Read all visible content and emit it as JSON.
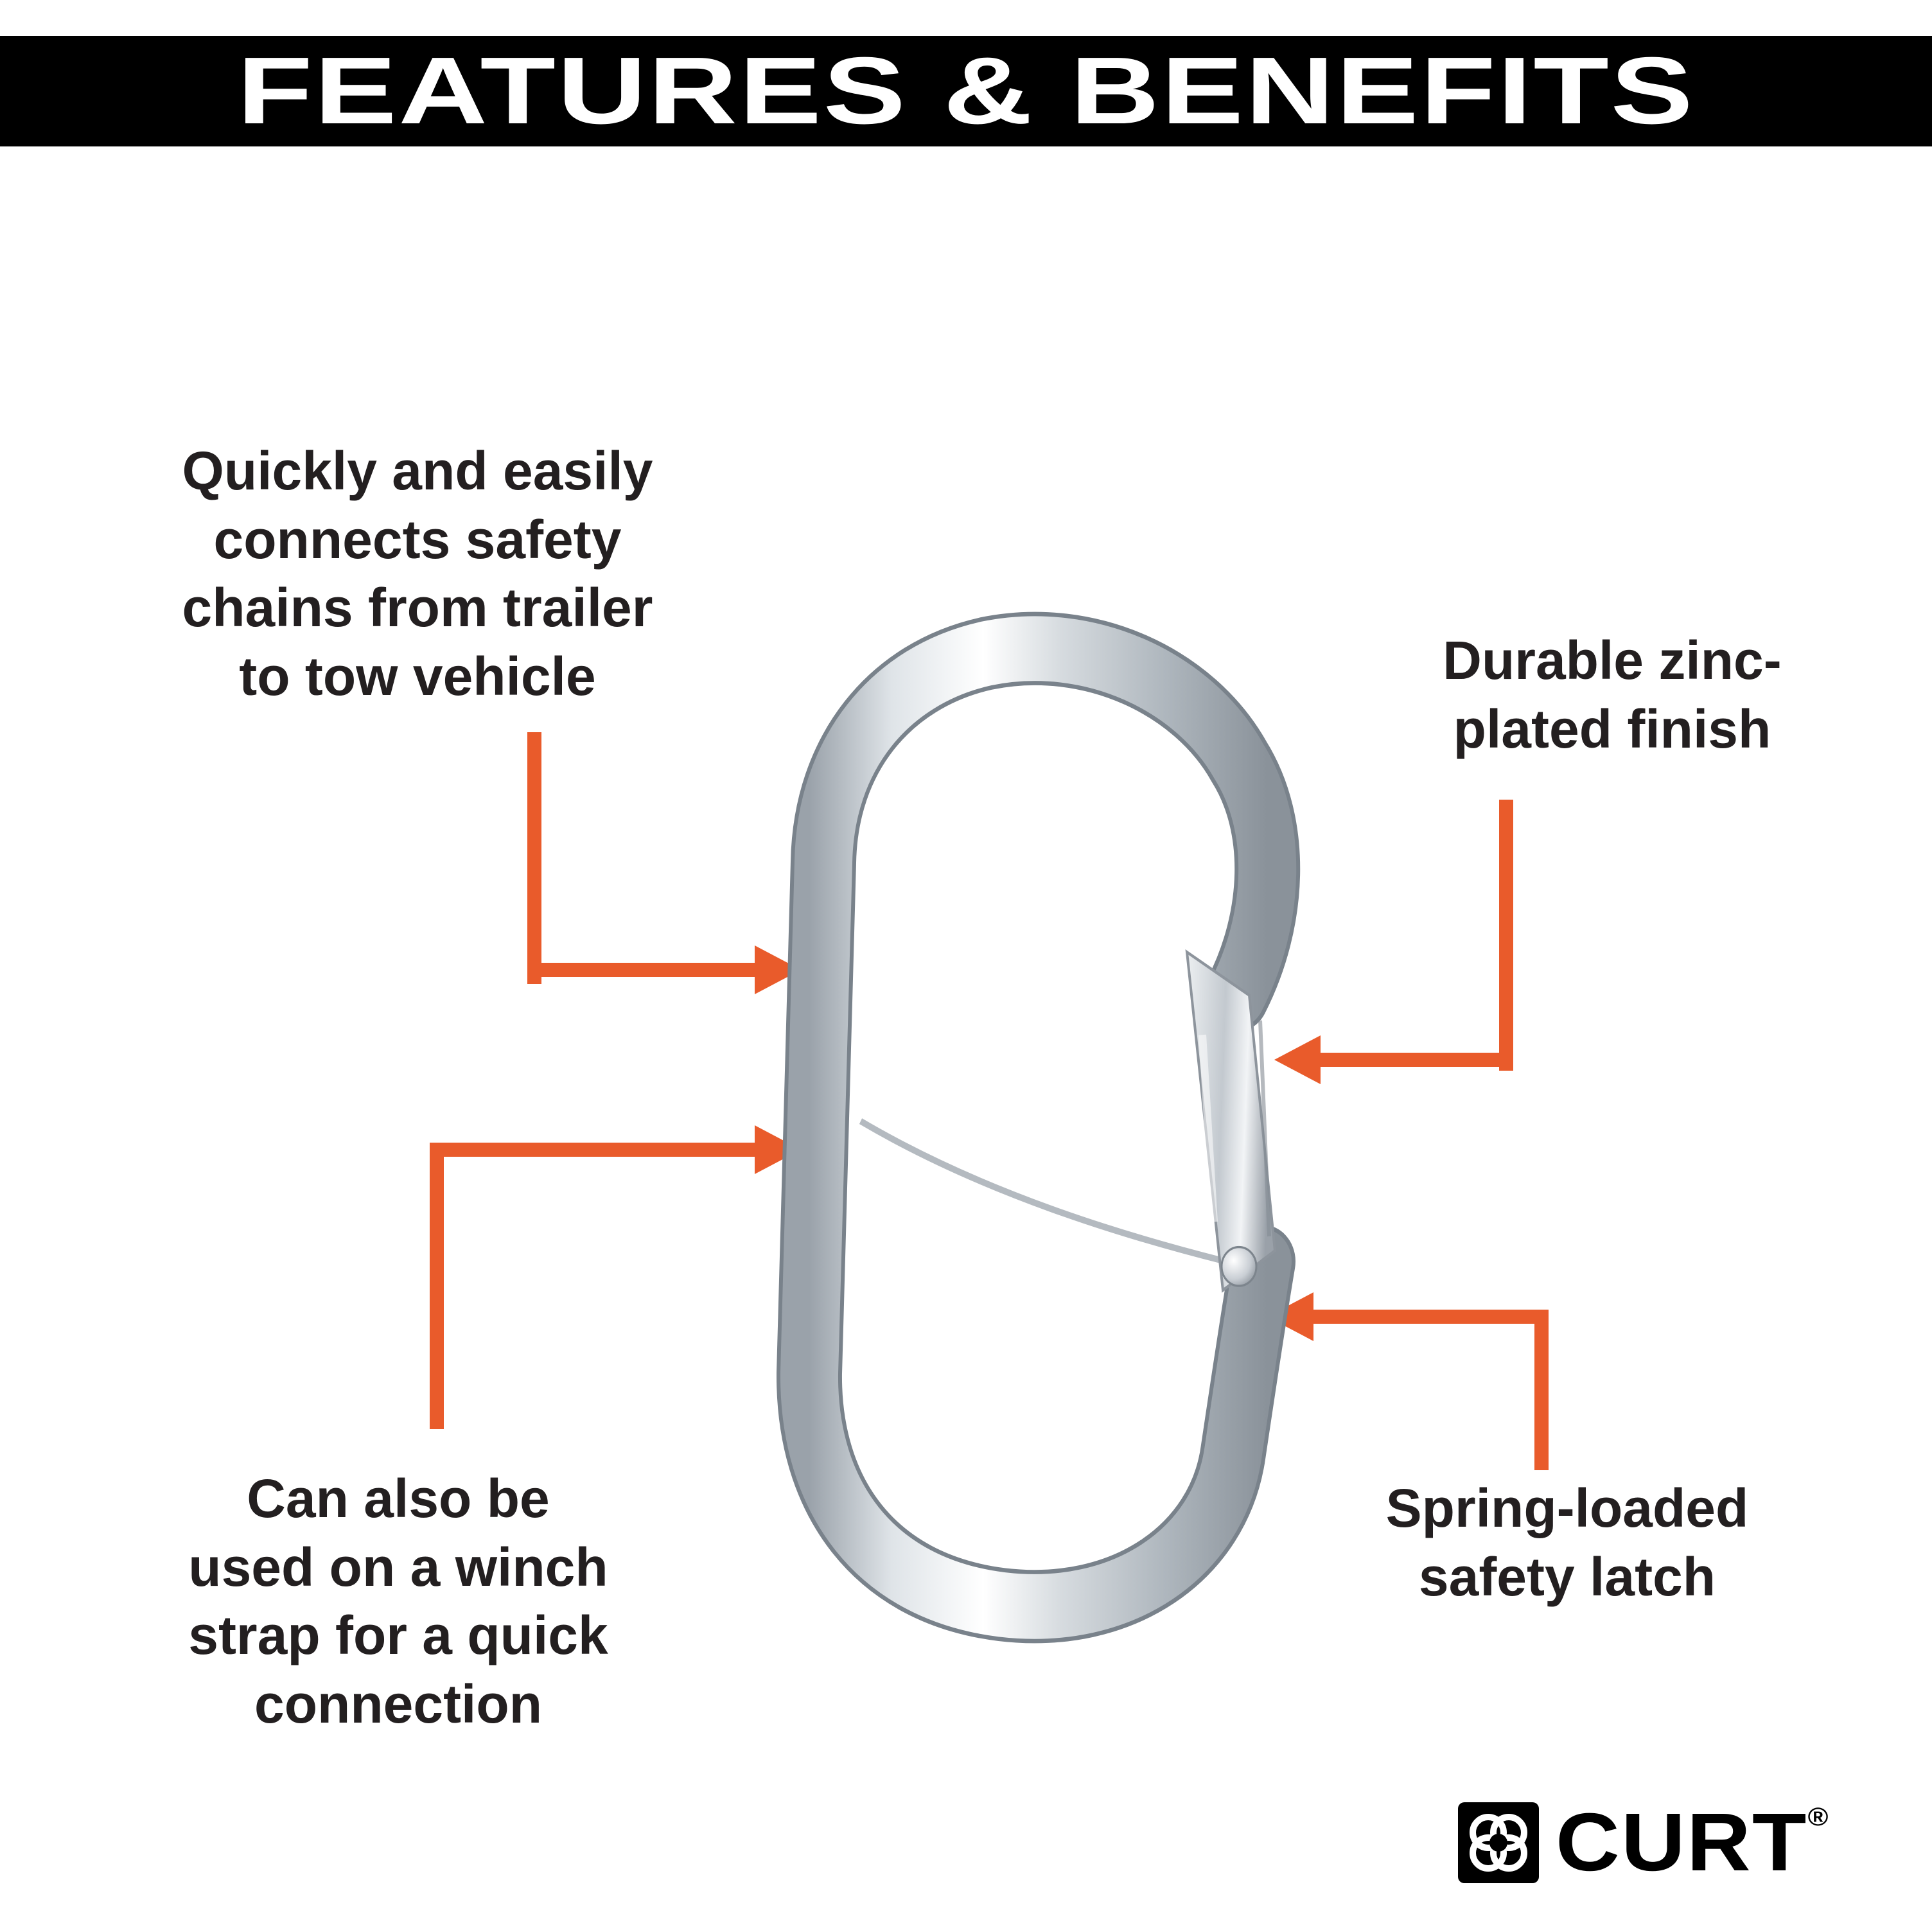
{
  "header": {
    "title": "FEATURES & BENEFITS",
    "bg_color": "#000000",
    "text_color": "#FFFFFF"
  },
  "callouts": {
    "connect_chains": {
      "text": "Quickly and easily\nconnects safety\nchains from trailer\nto tow vehicle"
    },
    "zinc_finish": {
      "text": "Durable zinc-\nplated finish"
    },
    "winch_strap": {
      "text": "Can also be\nused on a winch\nstrap for a quick\nconnection"
    },
    "safety_latch": {
      "text": "Spring-loaded\nsafety latch"
    }
  },
  "logo": {
    "text": "CURT",
    "registered": "®"
  },
  "colors": {
    "accent": "#E95B2B",
    "body_text": "#231F20",
    "banner": "#000000"
  }
}
